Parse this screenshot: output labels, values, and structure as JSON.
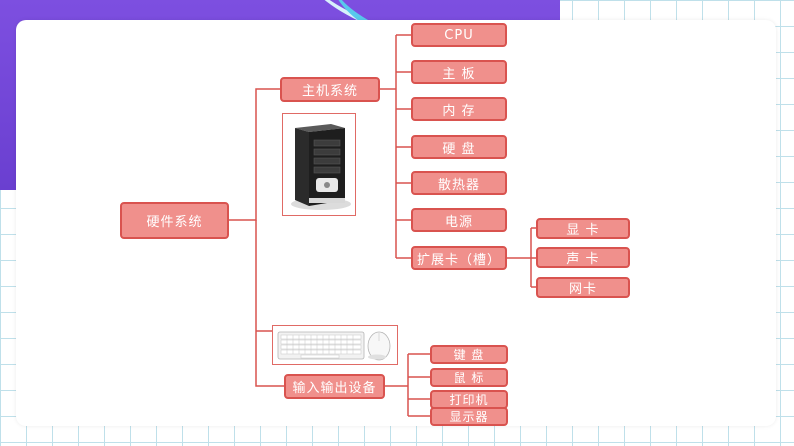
{
  "root": "硬件系统",
  "host": {
    "label": "主机系统",
    "children": [
      "CPU",
      "主  板",
      "内  存",
      "硬  盘",
      "散热器",
      "电源",
      "扩展卡（槽）"
    ],
    "expansion_cards": [
      "显  卡",
      "声  卡",
      "网卡"
    ]
  },
  "io": {
    "label": "输入输出设备",
    "children": [
      "键  盘",
      "鼠  标",
      "打印机",
      "显示器"
    ]
  },
  "colors": {
    "node_fill": "#f0908c",
    "node_border": "#d9534f",
    "line": "#d9534f"
  },
  "images": {
    "host_image": "pc-tower-icon",
    "io_image": "keyboard-mouse-icon"
  }
}
